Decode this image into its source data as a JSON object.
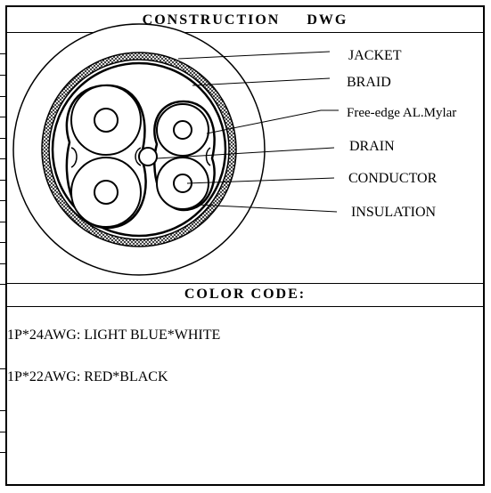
{
  "header": {
    "title": "CONSTRUCTION     DWG"
  },
  "drawing": {
    "labels": {
      "jacket": "JACKET",
      "braid": "BRAID",
      "mylar": "Free-edge AL.Mylar",
      "drain": "DRAIN",
      "conductor": "CONDUCTOR",
      "insulation": "INSULATION"
    }
  },
  "color_code": {
    "title": "COLOR CODE:",
    "lines": [
      "1P*24AWG: LIGHT BLUE*WHITE",
      "1P*22AWG: RED*BLACK"
    ]
  }
}
